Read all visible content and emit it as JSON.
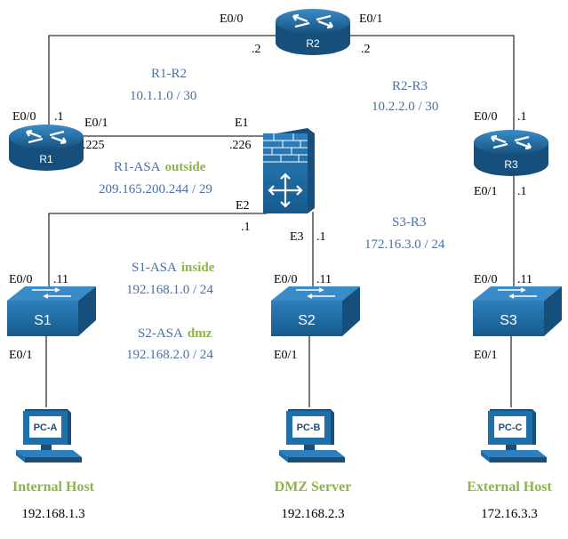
{
  "devices": {
    "r1": {
      "name": "R1"
    },
    "r2": {
      "name": "R2"
    },
    "r3": {
      "name": "R3"
    },
    "s1": {
      "name": "S1"
    },
    "s2": {
      "name": "S2"
    },
    "s3": {
      "name": "S3"
    },
    "pca": {
      "name": "PC-A"
    },
    "pcb": {
      "name": "PC-B"
    },
    "pcc": {
      "name": "PC-C"
    }
  },
  "ports": {
    "r2_left": "E0/0",
    "r2_left_ip": ".2",
    "r2_right": "E0/1",
    "r2_right_ip": ".2",
    "r1_e00": "E0/0",
    "r1_e00_ip": ".1",
    "r1_e01": "E0/1",
    "r1_e01_ip": ".225",
    "asa_e1": "E1",
    "asa_e1_ip": ".226",
    "asa_e2": "E2",
    "asa_e2_ip": ".1",
    "asa_e3": "E3",
    "asa_e3_ip": ".1",
    "r3_e00": "E0/0",
    "r3_e00_ip": ".1",
    "r3_e01": "E0/1",
    "r3_e01_ip": ".1",
    "s1_e00": "E0/0",
    "s1_e00_ip": ".11",
    "s1_e01": "E0/1",
    "s2_e00": "E0/0",
    "s2_e00_ip": ".11",
    "s2_e01": "E0/1",
    "s3_e00": "E0/0",
    "s3_e00_ip": ".11",
    "s3_e01": "E0/1"
  },
  "networks": {
    "r1r2_name": "R1-R2",
    "r1r2_subnet": "10.1.1.0 / 30",
    "r2r3_name": "R2-R3",
    "r2r3_subnet": "10.2.2.0 / 30",
    "r1asa_name": "R1-ASA",
    "r1asa_zone": "outside",
    "r1asa_subnet": "209.165.200.244 / 29",
    "s3r3_name": "S3-R3",
    "s3r3_subnet": "172.16.3.0 / 24",
    "s1asa_name": "S1-ASA",
    "s1asa_zone": "inside",
    "s1asa_subnet": "192.168.1.0 / 24",
    "s2asa_name": "S2-ASA",
    "s2asa_zone": "dmz",
    "s2asa_subnet": "192.168.2.0 / 24"
  },
  "hosts": {
    "pca_role": "Internal Host",
    "pca_ip": "192.168.1.3",
    "pcb_role": "DMZ Server",
    "pcb_ip": "192.168.2.3",
    "pcc_role": "External Host",
    "pcc_ip": "172.16.3.3"
  },
  "colors": {
    "device": "#1f6fa8",
    "device_dark": "#174f7a",
    "network_label": "#4a6fa5",
    "zone_label": "#8fb34a"
  }
}
